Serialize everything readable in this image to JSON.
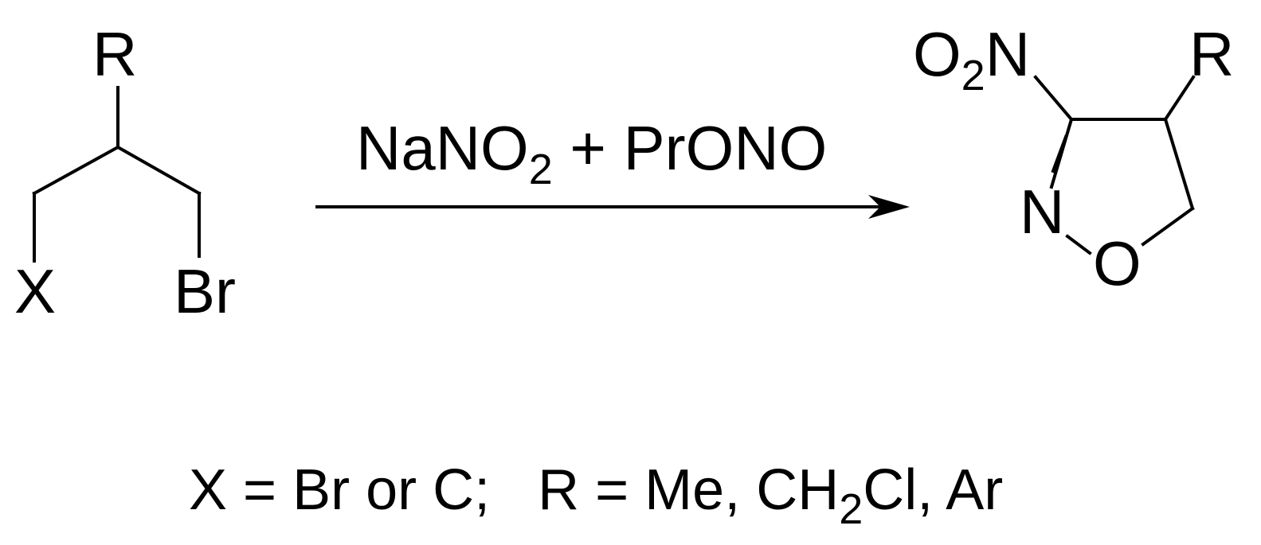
{
  "reactant": {
    "substituent_top": "R",
    "substituent_left": "X",
    "substituent_right": "Br"
  },
  "reagents": {
    "main": "NaNO",
    "main_subscript": "2",
    "rest": " + PrONO"
  },
  "product": {
    "nitro_o": "O",
    "nitro_subscript": "2",
    "nitro_n": "N",
    "substituent": "R",
    "ring_n": "N",
    "ring_o": "O"
  },
  "legend": {
    "part1": "X = Br or C;   R = Me, CH",
    "subscript": "2",
    "part2": "Cl, Ar"
  }
}
